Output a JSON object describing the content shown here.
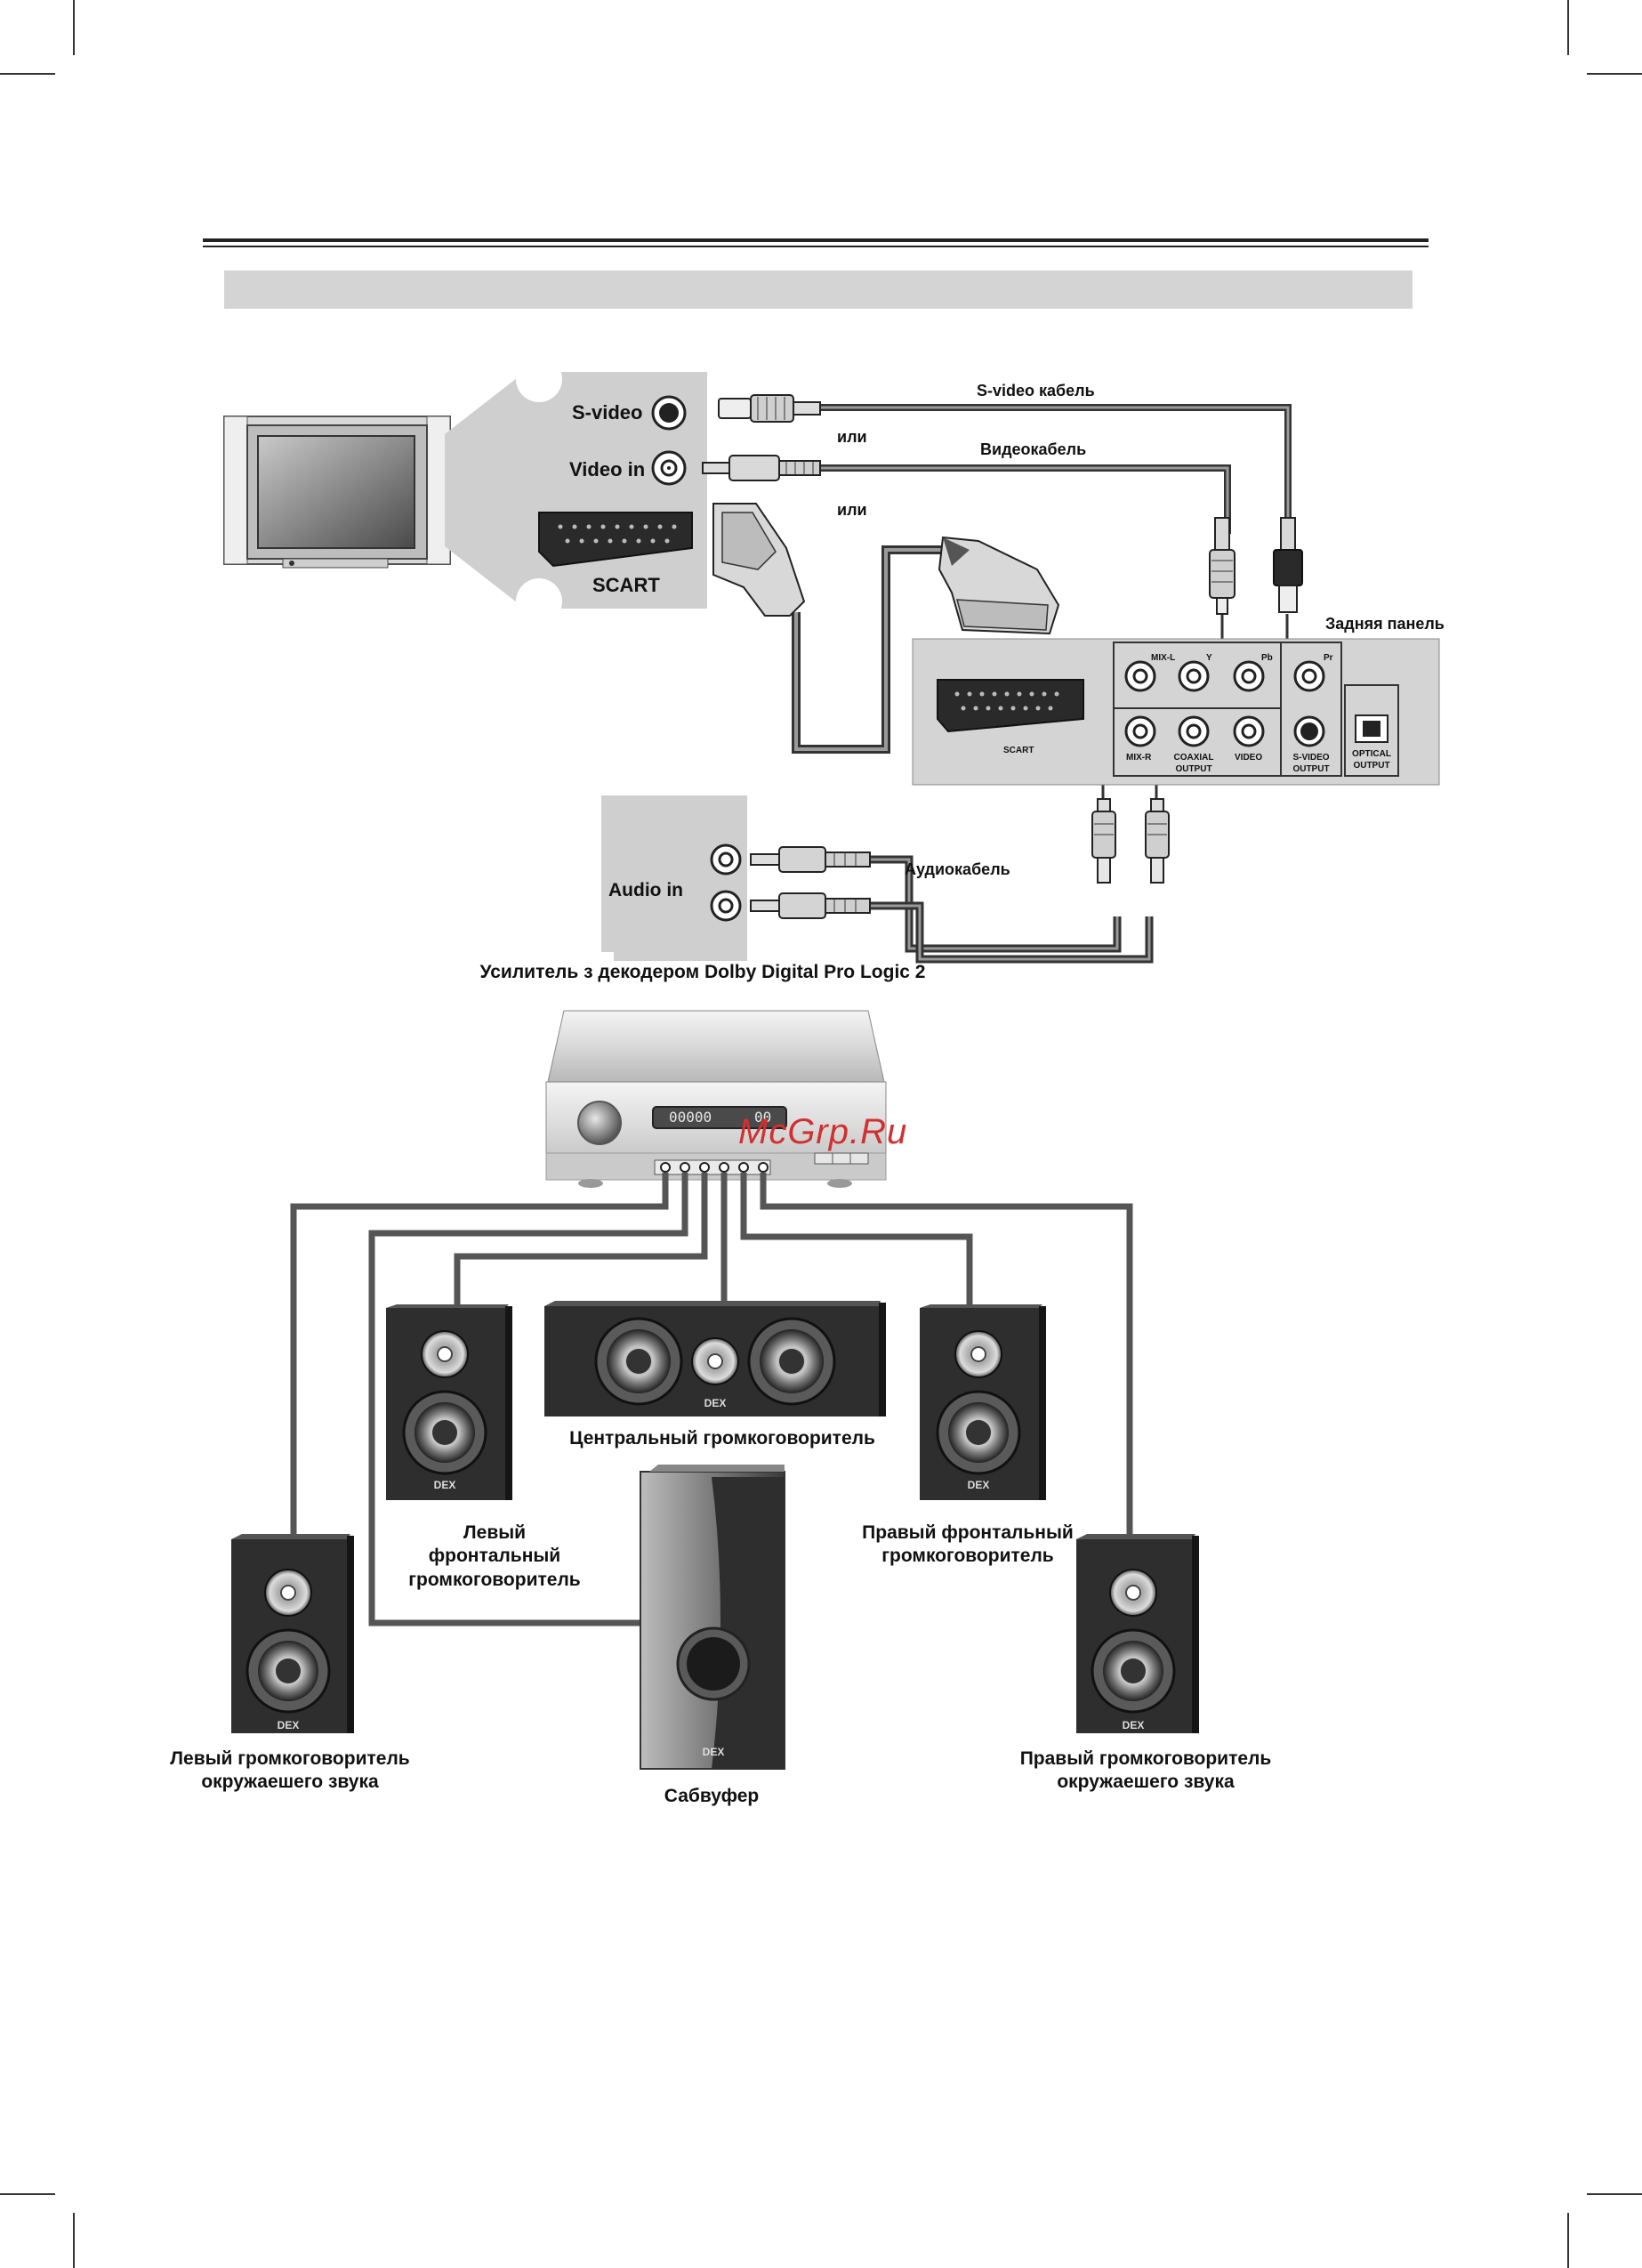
{
  "tv_panel": {
    "svideo_label": "S-video",
    "videoin_label": "Video in",
    "scart_label": "SCART"
  },
  "cables": {
    "svideo_cable": "S-video кабель",
    "or_1": "или",
    "video_cable": "Видеокабель",
    "or_2": "или",
    "audio_cable": "Аудиокабель"
  },
  "dvd_rear_panel": {
    "title": "Задняя панель",
    "scart": "SCART",
    "mix_l": "MIX-L",
    "y": "Y",
    "pb": "Pb",
    "pr": "Pr",
    "mix_r": "MIX-R",
    "coaxial_output": "COAXIAL OUTPUT",
    "video": "VIDEO",
    "svideo_output": "S-VIDEO OUTPUT",
    "optical_output": "OPTICAL OUTPUT"
  },
  "amplifier": {
    "audio_in": "Audio in",
    "title": "Усилитель з декодером Dolby Digital Pro Logic 2",
    "display_left": "00000",
    "display_right": "00"
  },
  "speakers": {
    "center": "Центральный громкоговоритель",
    "front_left": "Левый фронтальный громкоговоритель",
    "front_right": "Правый фронтальный громкоговоритель",
    "surround_left": "Левый громкоговоритель окружаешего звука",
    "surround_right": "Правый громкоговоритель окружаешего звука",
    "subwoofer": "Сабвуфер",
    "brand": "DEX"
  },
  "watermark": "McGrp.Ru"
}
